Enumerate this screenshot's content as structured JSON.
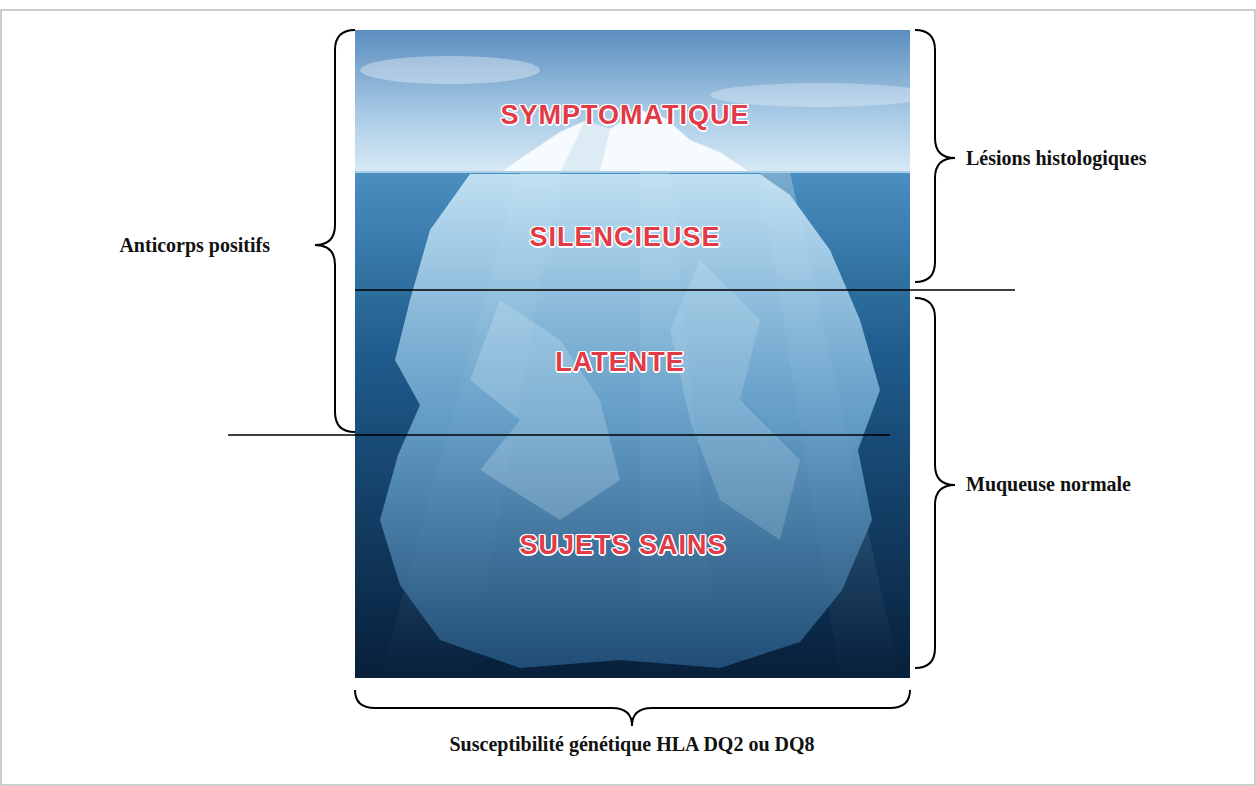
{
  "diagram": {
    "labels": [
      "SYMPTOMATIQUE",
      "Lésions histologiques",
      "Anticorps positifs",
      "SILENCIEUSE",
      "LATENTE",
      "Muqueuse normale",
      "SUJETS SAINS",
      "Susceptibilité génétique HLA DQ2 ou DQ8"
    ]
  }
}
